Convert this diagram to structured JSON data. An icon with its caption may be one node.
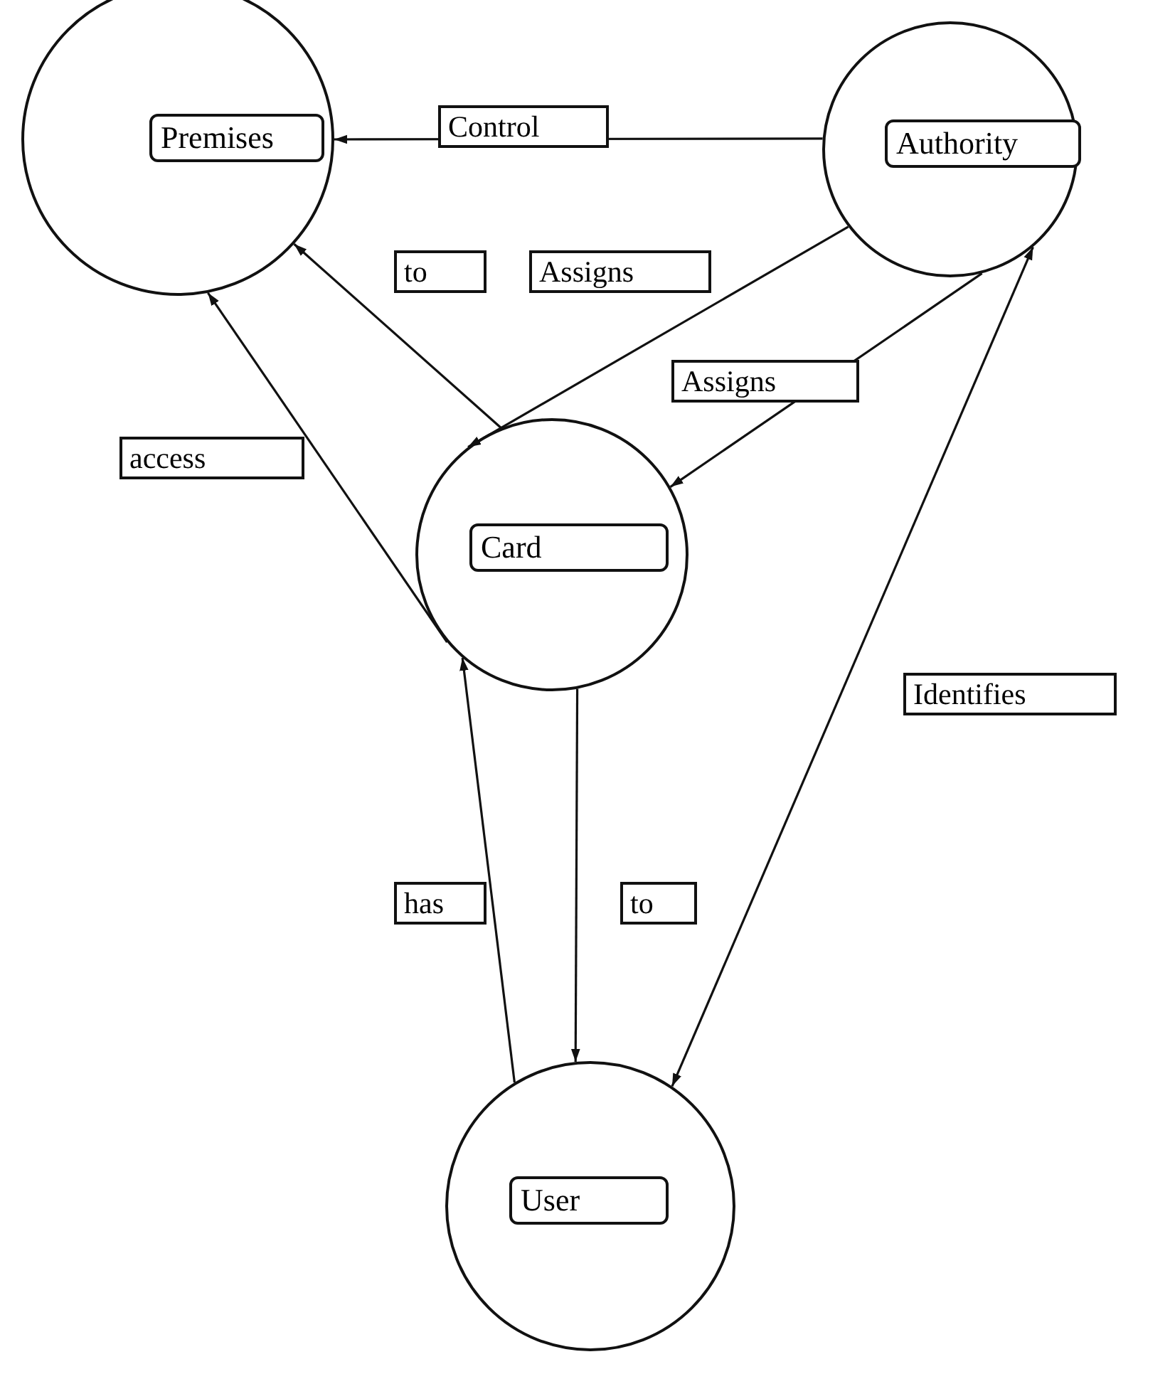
{
  "diagram": {
    "nodes": [
      {
        "text": [
          "Premises"
        ]
      },
      {
        "text": [
          "Authority"
        ]
      },
      {
        "text": [
          "Card"
        ]
      },
      {
        "text": [
          "User"
        ]
      }
    ],
    "edges": [
      {
        "from": 1,
        "to": 0,
        "arrow": "to",
        "label": "Control"
      },
      {
        "from": 2,
        "to": 0,
        "arrow": "to",
        "label": "to"
      },
      {
        "from": 2,
        "to": 0,
        "arrow": "to",
        "label": "access"
      },
      {
        "from": 1,
        "to": 2,
        "arrow": "to",
        "label": "Assigns"
      },
      {
        "from": 1,
        "to": 2,
        "arrow": "to",
        "label": "Assigns"
      },
      {
        "from": 1,
        "to": 3,
        "arrow": "both",
        "label": "Identifies"
      },
      {
        "from": 3,
        "to": 2,
        "arrow": "to",
        "label": "has"
      },
      {
        "from": 2,
        "to": 3,
        "arrow": "to",
        "label": "to"
      }
    ]
  }
}
